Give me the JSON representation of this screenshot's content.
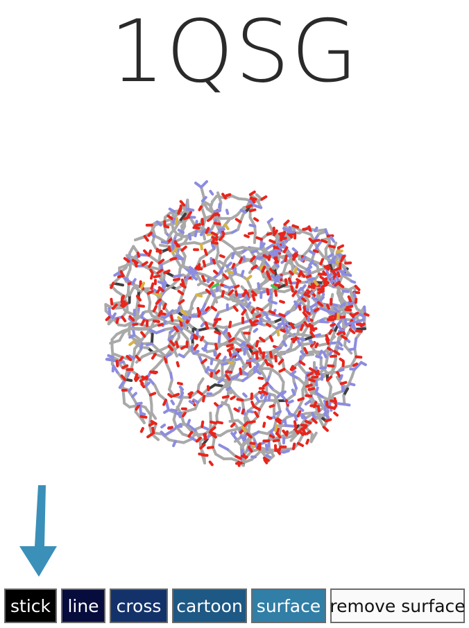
{
  "header": {
    "title": "1QSG"
  },
  "viewer": {
    "icon": "molecule-stick-render",
    "atom_colors": {
      "carbon": "#a9a9a9",
      "oxygen": "#e8251c",
      "nitrogen": "#8c8ce0",
      "sulfur": "#d8b340",
      "chlorine": "#4cc24c",
      "dark": "#3e3e3e"
    }
  },
  "pointer": {
    "icon": "down-arrow-icon",
    "color": "#3a90b8"
  },
  "toolbar": {
    "buttons": [
      {
        "label": "stick",
        "bg": "#000000"
      },
      {
        "label": "line",
        "bg": "#060c3c"
      },
      {
        "label": "cross",
        "bg": "#14326a"
      },
      {
        "label": "cartoon",
        "bg": "#1e5884"
      },
      {
        "label": "surface",
        "bg": "#317ea6"
      },
      {
        "label": "remove surface",
        "bg": "#fafafa"
      }
    ]
  }
}
